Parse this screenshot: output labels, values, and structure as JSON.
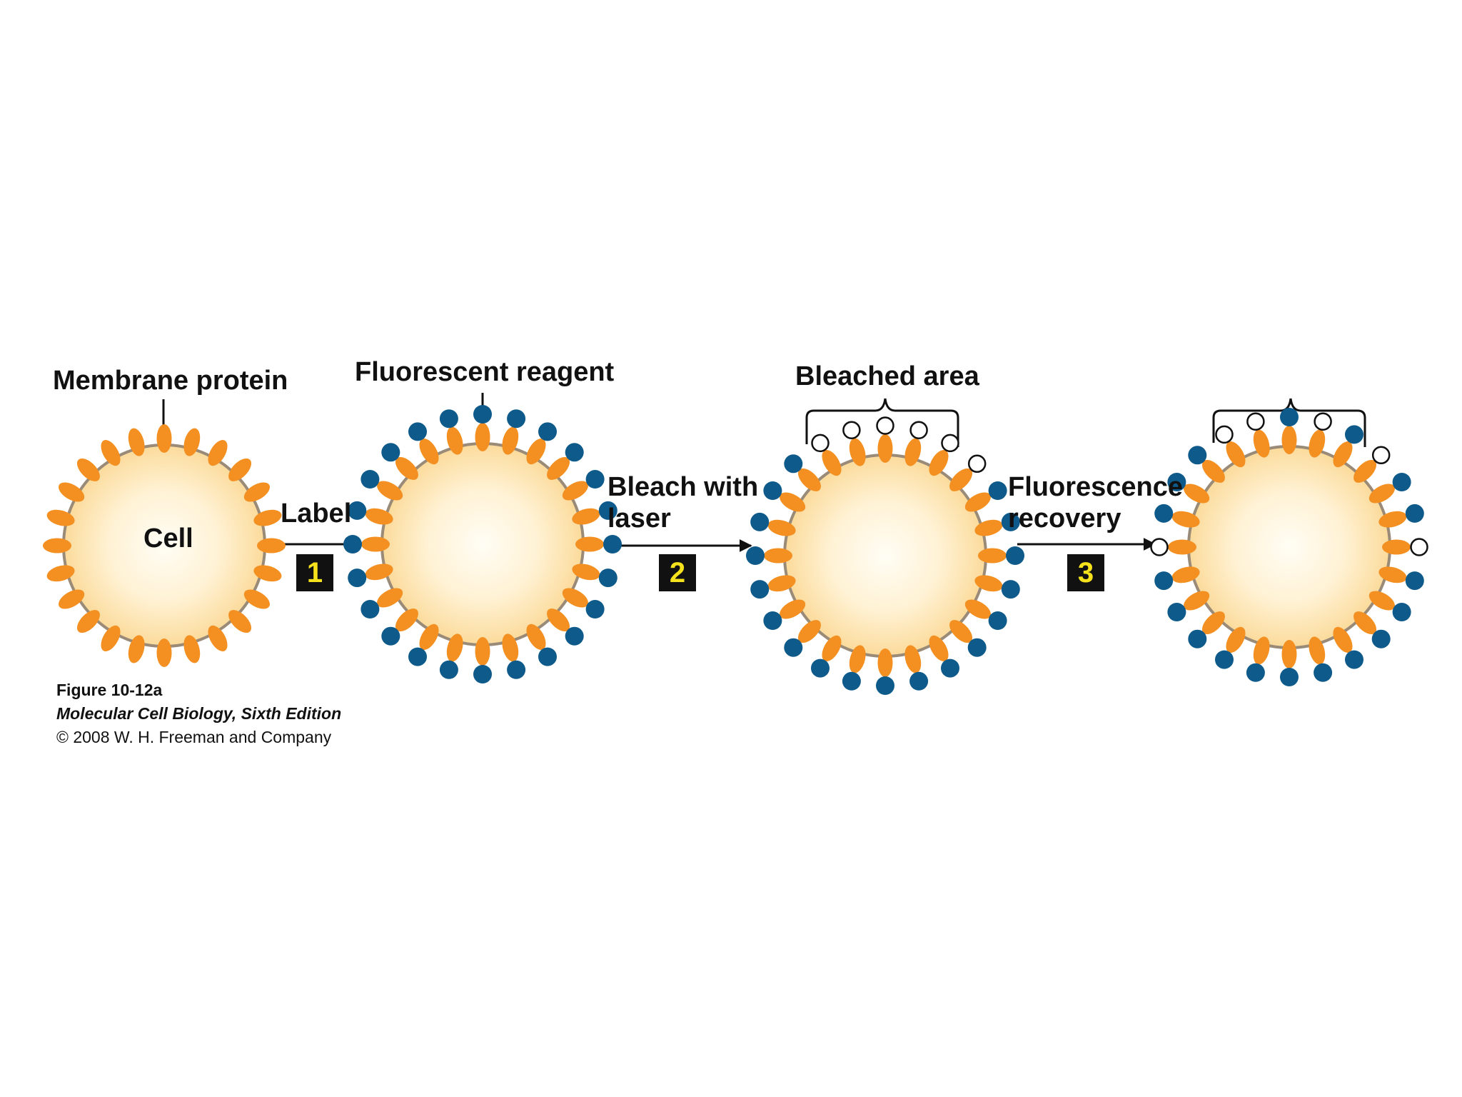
{
  "labels": {
    "membrane_protein": "Membrane protein",
    "fluorescent_reagent": "Fluorescent reagent",
    "bleached_area": "Bleached area",
    "cell": "Cell",
    "label_step": "Label",
    "bleach_line1": "Bleach with",
    "bleach_line2": "laser",
    "recovery_line1": "Fluorescence",
    "recovery_line2": "recovery"
  },
  "steps": [
    "1",
    "2",
    "3"
  ],
  "caption": {
    "figure": "Figure 10-12a",
    "book": "Molecular Cell Biology, Sixth Edition",
    "copyright": "© 2008 W. H. Freeman and Company"
  },
  "colors": {
    "protein": "#f39021",
    "fluor": "#0e5a8a",
    "membrane": "#9a8a78",
    "cell_center": "#fffdf5",
    "cell_edge": "#fbdb9c",
    "step_box": "#111111",
    "step_text": "#f5e21c"
  }
}
